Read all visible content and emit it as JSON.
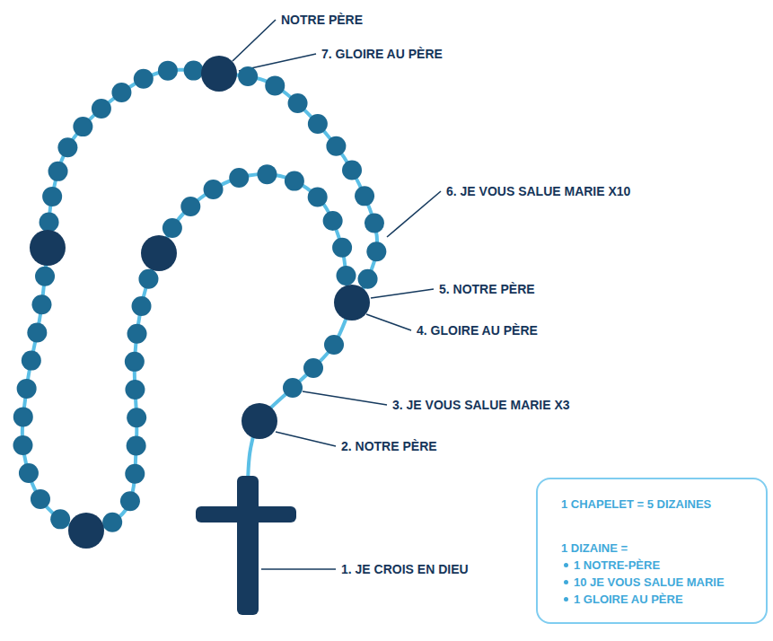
{
  "diagram": {
    "nodes": [
      {
        "text": [
          "1 CHAPELET = 5 DIZAINES",
          "1 DIZAINE =",
          "1 NOTRE-PÈRE",
          "10 JE VOUS SALUE MARIE",
          "1 GLOIRE AU PÈRE"
        ]
      }
    ],
    "labels": [
      "NOTRE PÈRE",
      "7. GLOIRE AU PÈRE",
      "6. JE VOUS SALUE MARIE X10",
      "5. NOTRE PÈRE",
      "4. GLOIRE AU PÈRE",
      "3. JE VOUS SALUE MARIE X3",
      "2. NOTRE PÈRE",
      "1. JE CROIS EN DIEU"
    ]
  }
}
